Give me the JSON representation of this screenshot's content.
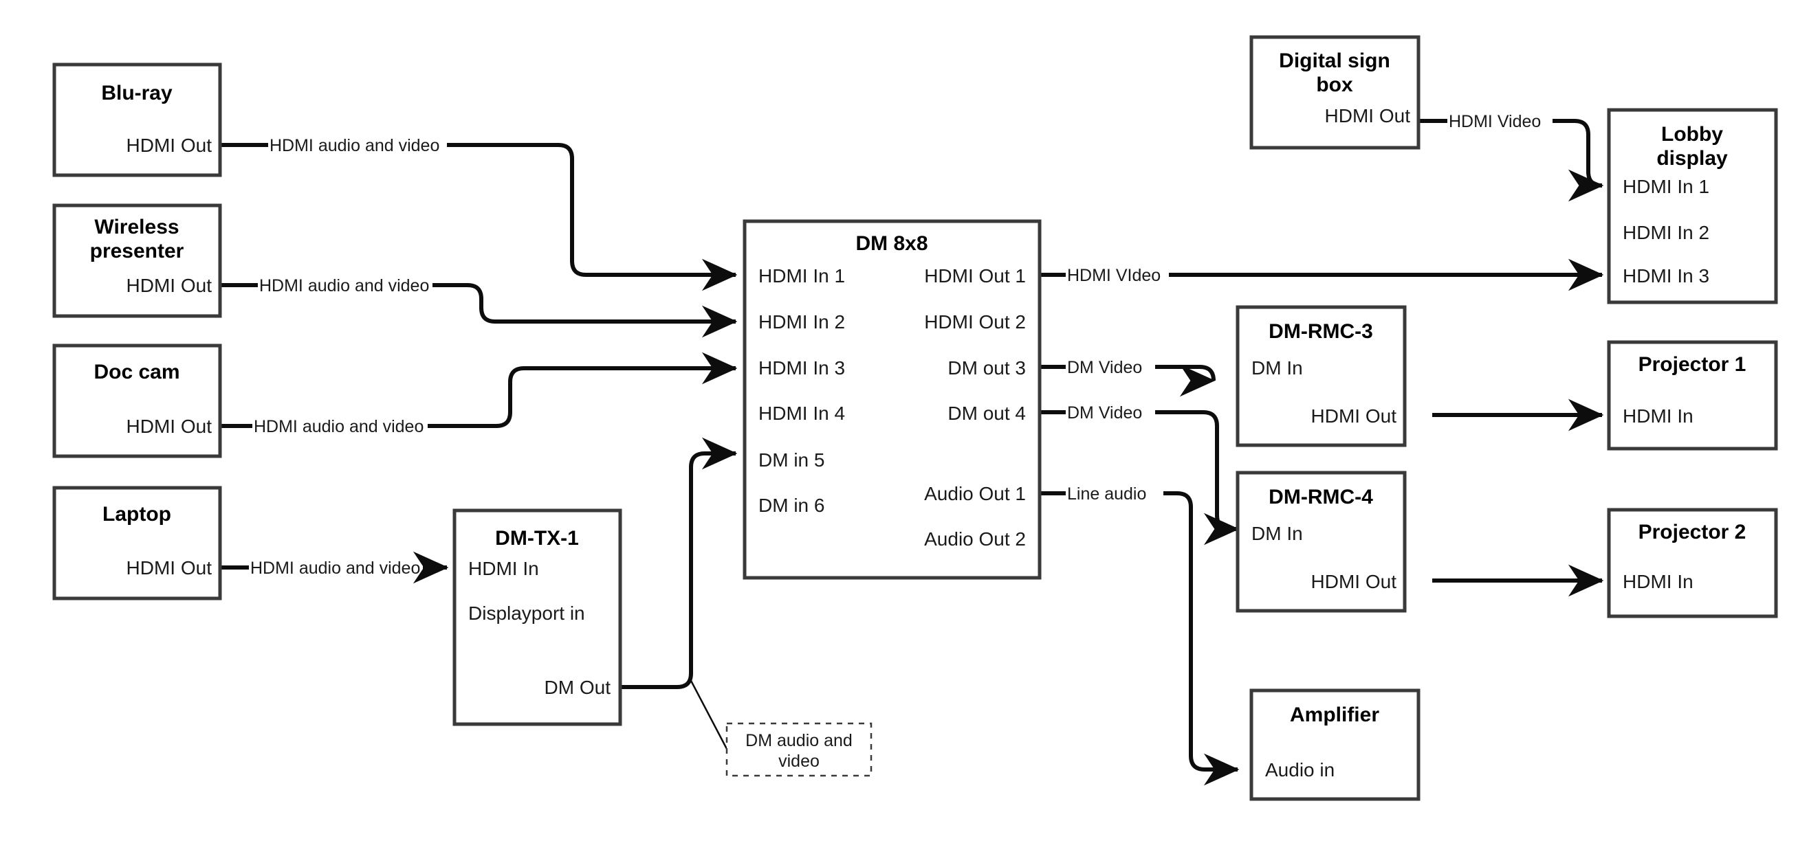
{
  "diagram": {
    "title": "AV signal flow diagram",
    "background_color": "#ffffff",
    "line_color": "#0d0d0d",
    "box_border_color": "#3a3a3a"
  },
  "nodes": {
    "bluray": {
      "title": "Blu-ray",
      "ports": [
        "HDMI Out"
      ]
    },
    "wireless": {
      "title_l1": "Wireless",
      "title_l2": "presenter",
      "ports": [
        "HDMI Out"
      ]
    },
    "doccam": {
      "title": "Doc cam",
      "ports": [
        "HDMI Out"
      ]
    },
    "laptop": {
      "title": "Laptop",
      "ports": [
        "HDMI Out"
      ]
    },
    "dmtx1": {
      "title": "DM-TX-1",
      "in1": "HDMI In",
      "in2": "Displayport in",
      "out1": "DM Out"
    },
    "dm8x8": {
      "title": "DM 8x8",
      "inputs": [
        "HDMI In 1",
        "HDMI In 2",
        "HDMI In 3",
        "HDMI In 4",
        "DM in 5",
        "DM in 6"
      ],
      "outputs": [
        "HDMI Out 1",
        "HDMI Out 2",
        "DM out 3",
        "DM out 4",
        "Audio Out 1",
        "Audio Out 2"
      ]
    },
    "signbox": {
      "title_l1": "Digital sign",
      "title_l2": "box",
      "out1": "HDMI Out"
    },
    "lobby": {
      "title_l1": "Lobby",
      "title_l2": "display",
      "inputs": [
        "HDMI In 1",
        "HDMI In 2",
        "HDMI In 3"
      ]
    },
    "dmrmc3": {
      "title": "DM-RMC-3",
      "in1": "DM In",
      "out1": "HDMI Out"
    },
    "dmrmc4": {
      "title": "DM-RMC-4",
      "in1": "DM In",
      "out1": "HDMI Out"
    },
    "projector1": {
      "title": "Projector 1",
      "in1": "HDMI In"
    },
    "projector2": {
      "title": "Projector 2",
      "in1": "HDMI In"
    },
    "amplifier": {
      "title": "Amplifier",
      "in1": "Audio in"
    }
  },
  "callouts": {
    "dm_av": {
      "line1": "DM audio and",
      "line2": "video"
    }
  },
  "wire_labels": {
    "bluray_to_in1": "HDMI audio and video",
    "wireless_to_in2": "HDMI audio and video",
    "doccam_to_in3": "HDMI audio and video",
    "laptop_to_tx": "HDMI audio and video",
    "signbox_to_lobby": "HDMI Video",
    "hdmiout1_to_lobby": "HDMI VIdeo",
    "dmout3_to_rmc3": "DM Video",
    "dmout4_to_rmc4": "DM Video",
    "audioout1_to_amp": "Line audio"
  }
}
